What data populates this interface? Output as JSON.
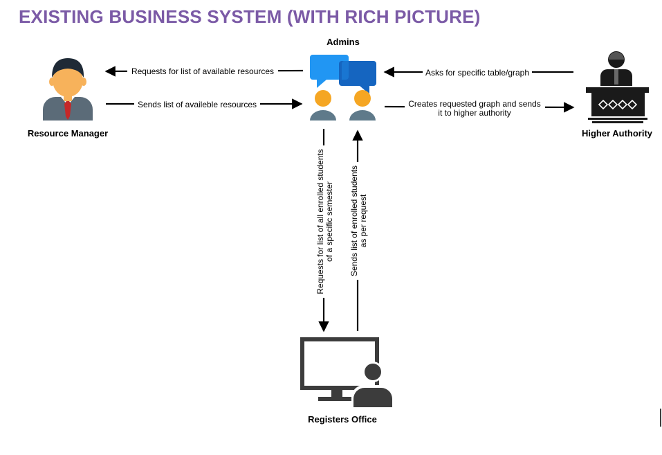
{
  "title": "EXISTING BUSINESS SYSTEM (WITH RICH PICTURE)",
  "actors": {
    "admins": "Admins",
    "resource_manager": "Resource Manager",
    "higher_authority": "Higher Authority",
    "registers_office": "Registers Office"
  },
  "flows": {
    "request_resources": "Requests for list of available resources",
    "send_resources": "Sends list of availeble resources",
    "ask_graph": "Asks for specific table/graph",
    "create_graph_1": "Creates requested graph and sends",
    "create_graph_2": "it to higher authority",
    "request_students_1": "Requests for list of all enrolled students",
    "request_students_2": "of a specific semester",
    "send_students_1": "Sends list of enrolled students",
    "send_students_2": "as per request"
  },
  "colors": {
    "title": "#7b5aa6",
    "admin_bubble_light": "#2196f3",
    "admin_bubble_dark": "#1565c0",
    "admin_head": "#f5a623",
    "admin_body": "#5f7a8a",
    "manager_suit": "#5b6b78",
    "manager_skin": "#f7b25b",
    "manager_tie": "#c62828",
    "dark_gray": "#3c3c3c"
  }
}
